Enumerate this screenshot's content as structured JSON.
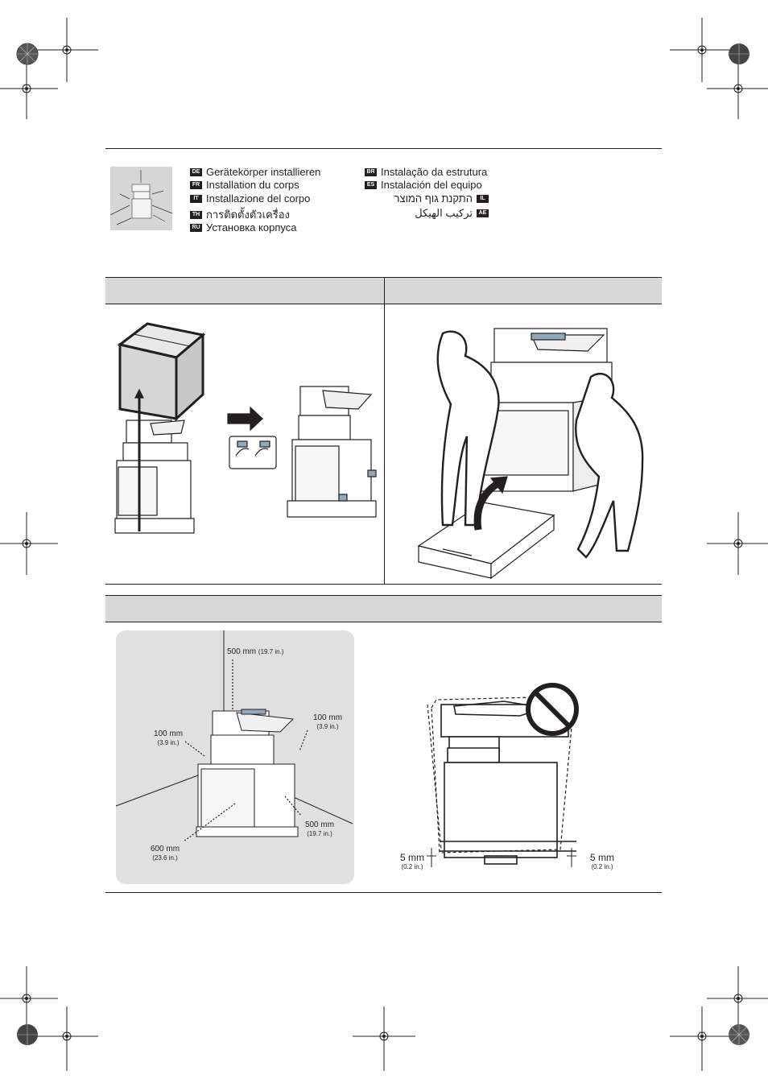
{
  "languages_left": [
    {
      "code": "DE",
      "label": "Gerätekörper installieren"
    },
    {
      "code": "FR",
      "label": "Installation du corps"
    },
    {
      "code": "IT",
      "label": "Installazione del corpo"
    },
    {
      "code": "TH",
      "label": "การติดตั้งตัวเครื่อง"
    },
    {
      "code": "RU",
      "label": "Установка корпуса"
    }
  ],
  "languages_right": [
    {
      "code": "BR",
      "label": "Instalação da estrutura"
    },
    {
      "code": "ES",
      "label": "Instalación del equipo"
    },
    {
      "code": "IL",
      "label": "התקנת גוף המוצר"
    },
    {
      "code": "AE",
      "label": "تركيب الهيكل"
    }
  ],
  "clearance": {
    "top": {
      "mm": "500 mm",
      "in": "(19.7 in.)"
    },
    "right": {
      "mm": "100 mm",
      "in": "(3.9 in.)"
    },
    "left": {
      "mm": "100 mm",
      "in": "(3.9 in.)"
    },
    "back_right": {
      "mm": "500 mm",
      "in": "(19.7 in.)"
    },
    "front": {
      "mm": "600 mm",
      "in": "(23.6 in.)"
    }
  },
  "level": {
    "left": {
      "mm": "5 mm",
      "in": "(0.2 in.)"
    },
    "right": {
      "mm": "5 mm",
      "in": "(0.2 in.)"
    }
  }
}
